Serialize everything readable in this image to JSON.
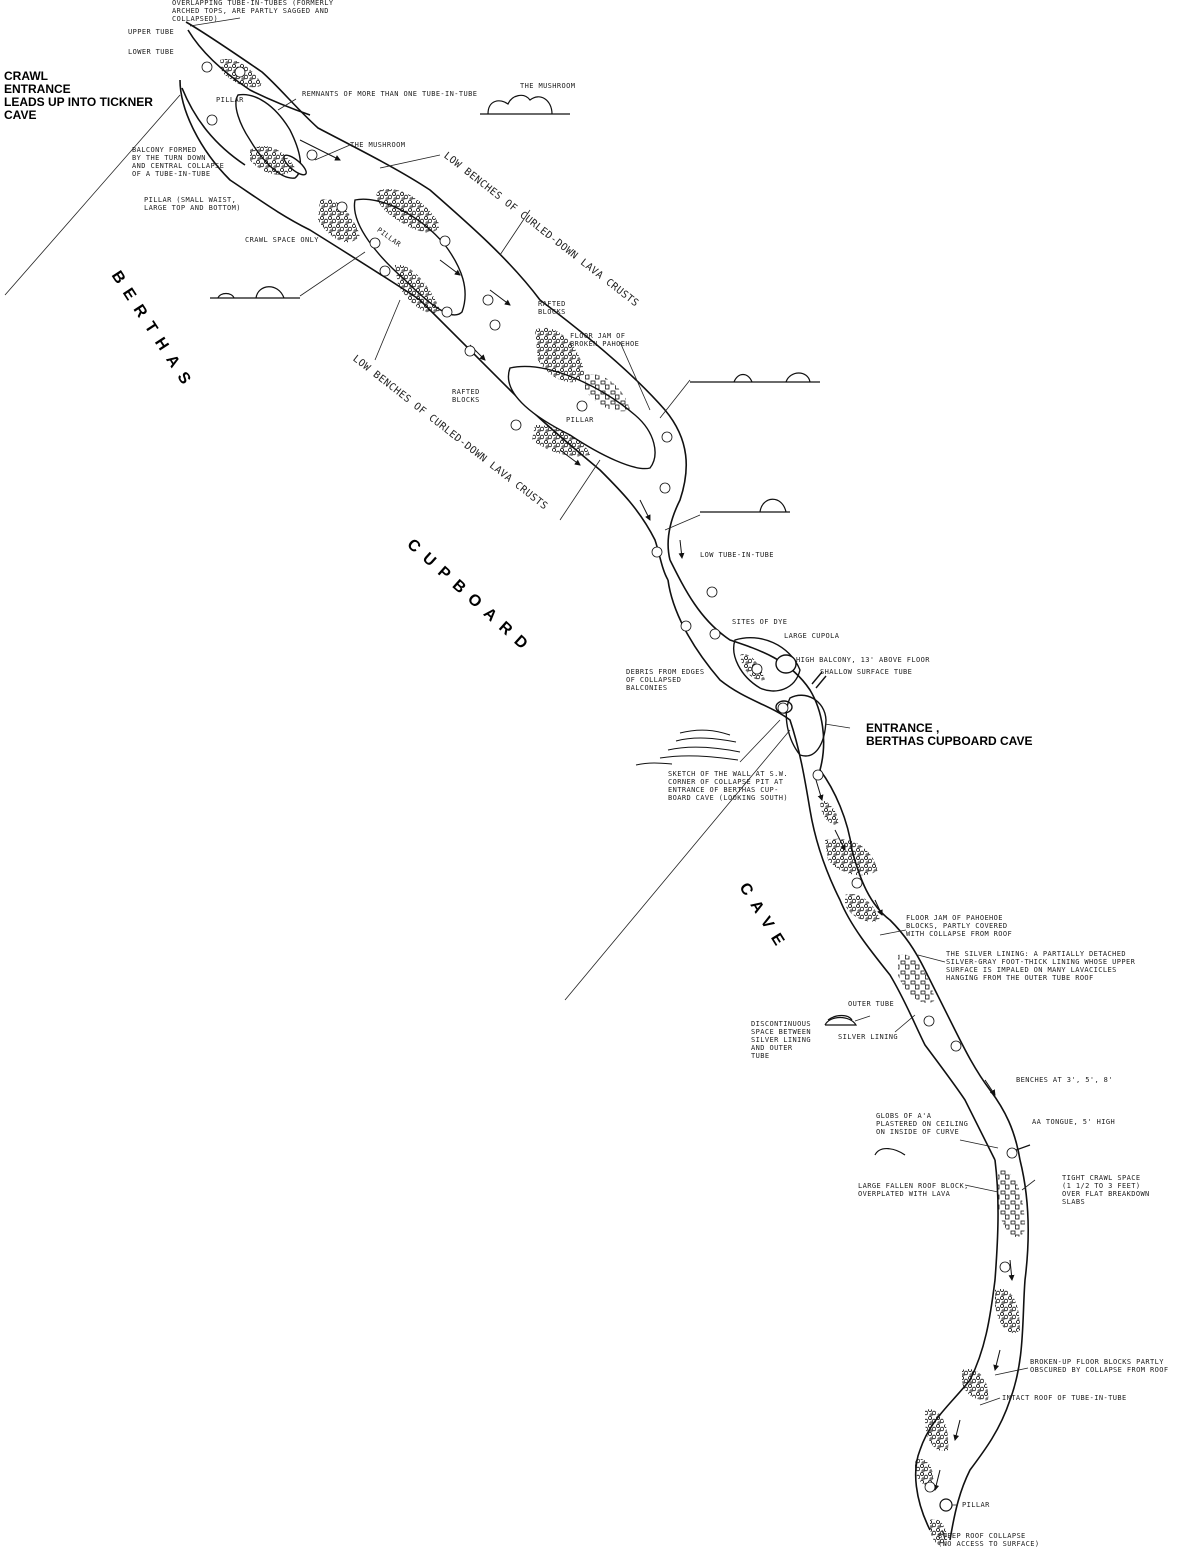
{
  "title_words": [
    "BERTHAS",
    "CUPBOARD",
    "CAVE"
  ],
  "entrances": {
    "crawl_entrance": "CRAWL\nENTRANCE\nLEADS UP INTO TICKNER\nCAVE",
    "main_entrance": "ENTRANCE ,\nBERTHAS CUPBOARD CAVE"
  },
  "labels": {
    "overlapping": "OVERLAPPING TUBE-IN-TUBES (FORMERLY\nARCHED TOPS, ARE PARTLY SAGGED AND\nCOLLAPSED)",
    "upper_tube": "UPPER TUBE",
    "lower_tube": "LOWER TUBE",
    "pillar_top": "PILLAR",
    "remnants": "REMNANTS OF MORE THAN ONE TUBE-IN-TUBE",
    "mushroom_profile": "THE MUSHROOM",
    "mushroom": "THE MUSHROOM",
    "balcony": "BALCONY FORMED\nBY THE TURN DOWN\nAND CENTRAL COLLAPSE\nOF A TUBE-IN-TUBE",
    "pillar_small_waist": "PILLAR (SMALL WAIST,\nLARGE TOP AND BOTTOM)",
    "crawl_space": "CRAWL SPACE ONLY",
    "pillar_mid": "PILLAR",
    "low_benches_1": "LOW BENCHES OF CURLED-DOWN LAVA CRUSTS",
    "low_benches_2": "LOW BENCHES OF CURLED-DOWN LAVA CRUSTS",
    "rafted_blocks_1": "RAFTED\nBLOCKS",
    "floor_jam": "FLOOR JAM OF\nBROKEN PAHOEHOE",
    "rafted_blocks_2": "RAFTED\nBLOCKS",
    "pillar_lower": "PILLAR",
    "low_tube_in_tube": "LOW TUBE-IN-TUBE",
    "dye": "SITES OF DYE",
    "large_cupola": "LARGE CUPOLA",
    "high_balcony": "HIGH BALCONY, 13' ABOVE FLOOR",
    "shallow_tube": "SHALLOW SURFACE TUBE",
    "debris": "DEBRIS FROM EDGES\nOF COLLAPSED\nBALCONIES",
    "sketch": "SKETCH OF THE WALL AT S.W.\nCORNER OF COLLAPSE PIT AT\nENTRANCE OF BERTHAS CUP-\nBOARD CAVE (LOOKING SOUTH)",
    "floor_jam_2": "FLOOR JAM OF PAHOEHOE\nBLOCKS, PARTLY COVERED\nWITH COLLAPSE FROM ROOF",
    "silver_lining": "THE SILVER LINING: A PARTIALLY DETACHED\nSILVER-GRAY FOOT-THICK LINING WHOSE UPPER\nSURFACE IS IMPALED ON MANY LAVACICLES\nHANGING FROM THE OUTER TUBE ROOF",
    "outer_tube": "OUTER TUBE",
    "discontinuous": "DISCONTINUOUS\nSPACE BETWEEN\nSILVER LINING\nAND OUTER\nTUBE",
    "silver_lining_short": "SILVER LINING",
    "benches": "BENCHES AT 3', 5', 8'",
    "globs": "GLOBS OF A'A\nPLASTERED ON CEILING\nON INSIDE OF CURVE",
    "aa_tongue": "AA TONGUE, 5' HIGH",
    "fallen_block": "LARGE FALLEN ROOF BLOCK,\nOVERPLATED WITH LAVA",
    "tight_crawl": "TIGHT CRAWL SPACE\n(1 1/2 TO 3 FEET)\nOVER FLAT BREAKDOWN\nSLABS",
    "broken_floor": "BROKEN-UP FLOOR BLOCKS PARTLY\nOBSCURED BY COLLAPSE FROM ROOF",
    "intact_roof": "INTACT ROOF OF TUBE-IN-TUBE",
    "pillar_bottom": "PILLAR",
    "steep_roof": "STEEP ROOF COLLAPSE\n(NO ACCESS TO SURFACE)"
  }
}
